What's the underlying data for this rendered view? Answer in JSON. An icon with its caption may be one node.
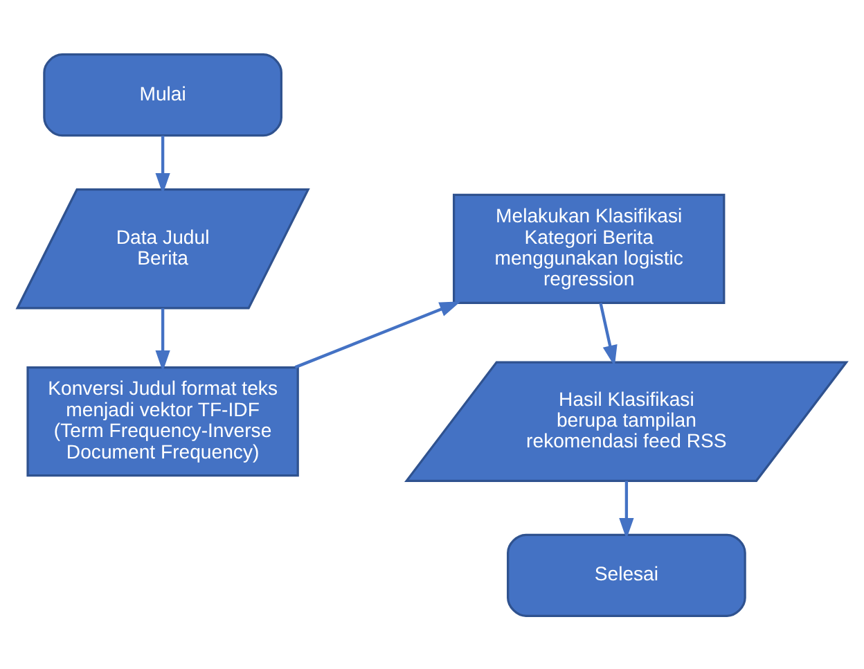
{
  "diagram": {
    "nodes": [
      {
        "text": [
          "Mulai"
        ]
      },
      {
        "text": [
          "Data Judul Berita"
        ]
      },
      {
        "text": [
          "Konversi Judul format teks menjadi vektor TF-IDF (Term Frequency-Inverse Document Frequency)"
        ]
      },
      {
        "text": [
          "Melakukan Klasifikasi Kategori Berita menggunakan logistic regression"
        ]
      },
      {
        "text": [
          "Hasil Klasifikasi berupa tampilan rekomendasi feed RSS"
        ]
      },
      {
        "text": [
          "Selesai"
        ]
      }
    ],
    "edges": [
      {
        "from": 0,
        "to": 1,
        "arrow": "to"
      },
      {
        "from": 1,
        "to": 2,
        "arrow": "to"
      },
      {
        "from": 2,
        "to": 3,
        "arrow": "to"
      },
      {
        "from": 3,
        "to": 4,
        "arrow": "to"
      },
      {
        "from": 4,
        "to": 5,
        "arrow": "to"
      }
    ]
  }
}
